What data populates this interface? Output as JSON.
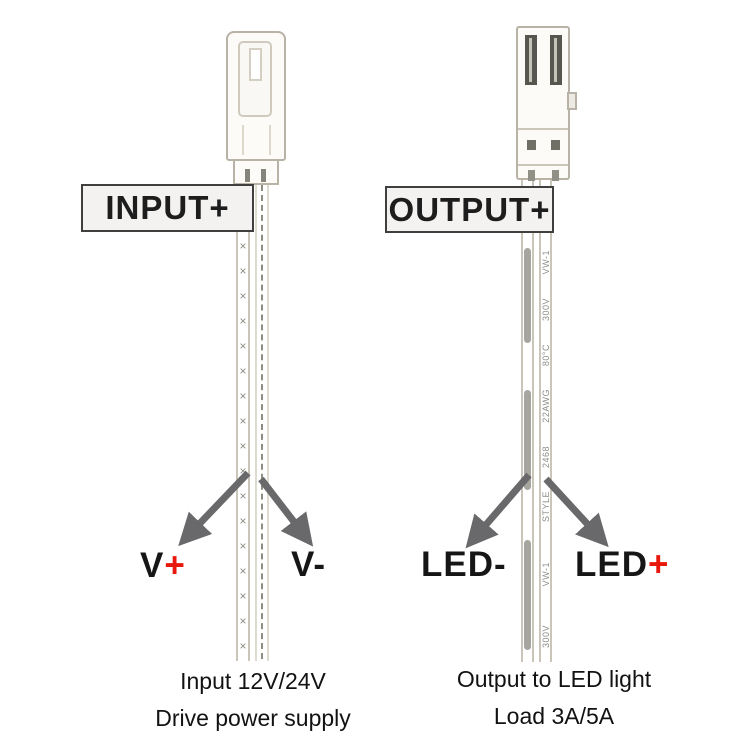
{
  "left": {
    "box_label": "INPUT+",
    "terminal_left": {
      "base": "V",
      "sign": "+"
    },
    "terminal_right": {
      "base": "V",
      "sign": "-"
    },
    "caption_line1": "Input 12V/24V",
    "caption_line2": "Drive power supply",
    "wire_pattern_char": "×",
    "wire_pattern_count": 19
  },
  "right": {
    "box_label": "OUTPUT+",
    "terminal_left": {
      "base": "LED",
      "sign": "-"
    },
    "terminal_right": {
      "base": "LED",
      "sign": "+"
    },
    "wire_marks_top": [
      "VW-1",
      "300V",
      "80°C",
      "22AWG",
      "2468",
      "STYLE"
    ],
    "wire_marks_bottom": [
      "VW-1",
      "300V"
    ],
    "caption_line1": "Output to LED light",
    "caption_line2": "Load 3A/5A"
  },
  "colors": {
    "plus_red": "#e8180c",
    "text_black": "#161616",
    "arrow_gray": "#69696b"
  }
}
